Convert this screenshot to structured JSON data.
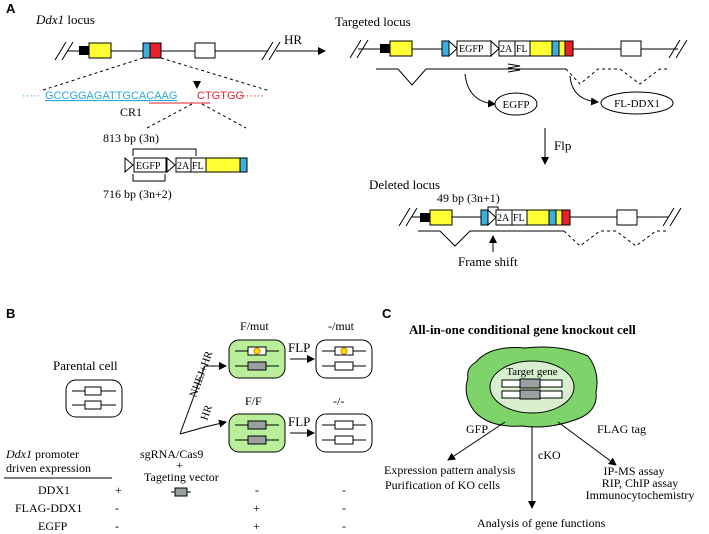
{
  "panels": {
    "a": "A",
    "b": "B",
    "c": "C"
  },
  "panel_a": {
    "locus_italic": "Ddx1",
    "locus_rest": " locus",
    "hr": "HR",
    "targeted_locus": "Targeted locus",
    "seq_blue": "GCCGGAGATTGCACAAG",
    "seq_red": "CTGTGG",
    "cr1": "CR1",
    "bp813": "813 bp (3n)",
    "bp716": "716 bp (3n+2)",
    "egfp": "EGFP",
    "tag2a": "2A",
    "fl": "FL",
    "egfp_product": "EGFP",
    "fl_product": "FL-DDX1",
    "flp": "Flp",
    "deleted_locus": "Deleted locus",
    "bp49": "49 bp (3n+1)",
    "frame_shift": "Frame shift"
  },
  "panel_b": {
    "parental": "Parental cell",
    "nhej": "NHEJ+HR",
    "hr": "HR",
    "sgrna": "sgRNA/Cas9",
    "plus": "+",
    "vector": "Tageting vector",
    "f_mut": "F/mut",
    "mut_mut": "-/mut",
    "f_f": "F/F",
    "ko": "-/-",
    "flp1": "FLP",
    "flp2": "FLP",
    "expr_italic": "Ddx1",
    "expr_rest": " promoter",
    "expr_line2": "driven expression",
    "rows": [
      {
        "name": "DDX1",
        "parental": "+",
        "ff": "-",
        "ko": "-"
      },
      {
        "name": "FLAG-DDX1",
        "parental": "-",
        "ff": "+",
        "ko": "-"
      },
      {
        "name": "EGFP",
        "parental": "-",
        "ff": "+",
        "ko": "-"
      }
    ]
  },
  "panel_c": {
    "title": "All-in-one conditional gene knockout cell",
    "target_gene": "Target gene",
    "gfp": "GFP",
    "cko": "cKO",
    "flag_tag": "FLAG tag",
    "gfp_out1": "Expression pattern analysis",
    "gfp_out2": "Purification of KO cells",
    "flag_out1": "IP-MS assay",
    "flag_out2": "RIP, ChIP assay",
    "flag_out3": "Immunocytochemistry",
    "cko_out": "Analysis of gene functions"
  },
  "colors": {
    "exon_yellow": "#ffff33",
    "exon_red": "#e8202a",
    "exon_blue": "#3aaee0",
    "seq_blue": "#29a8d8",
    "seq_red": "#e8202a",
    "cell_green": "#b9ef9a",
    "blob_green": "#7ed46a",
    "gray": "#9aa0a0"
  }
}
